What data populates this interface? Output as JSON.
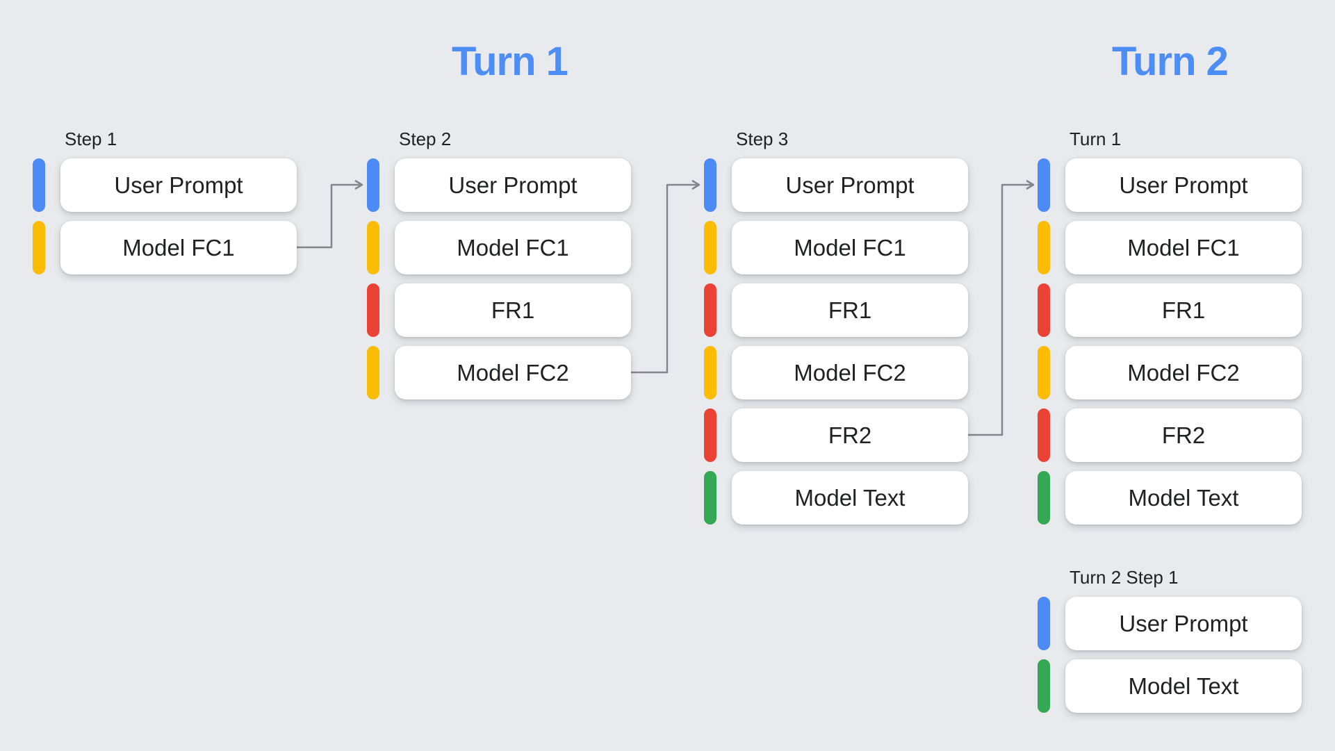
{
  "titles": {
    "turn1": "Turn 1",
    "turn2": "Turn 2"
  },
  "colors": {
    "background": "#E9EAEE",
    "card": "#FFFFFF",
    "title": "#4C8DF6",
    "text": "#202124",
    "arrow": "#80868B",
    "user-prompt": "#4C8BF5",
    "model-fc": "#FBBC05",
    "function-response": "#EA4335",
    "model-text": "#34A853"
  },
  "columns": [
    {
      "label": "Step 1",
      "cards": [
        {
          "label": "User Prompt",
          "type": "user-prompt"
        },
        {
          "label": "Model FC1",
          "type": "model-fc"
        }
      ]
    },
    {
      "label": "Step 2",
      "cards": [
        {
          "label": "User Prompt",
          "type": "user-prompt"
        },
        {
          "label": "Model FC1",
          "type": "model-fc"
        },
        {
          "label": "FR1",
          "type": "function-response"
        },
        {
          "label": "Model FC2",
          "type": "model-fc"
        }
      ]
    },
    {
      "label": "Step 3",
      "cards": [
        {
          "label": "User Prompt",
          "type": "user-prompt"
        },
        {
          "label": "Model FC1",
          "type": "model-fc"
        },
        {
          "label": "FR1",
          "type": "function-response"
        },
        {
          "label": "Model FC2",
          "type": "model-fc"
        },
        {
          "label": "FR2",
          "type": "function-response"
        },
        {
          "label": "Model Text",
          "type": "model-text"
        }
      ]
    },
    {
      "label": "Turn 1",
      "cards": [
        {
          "label": "User Prompt",
          "type": "user-prompt"
        },
        {
          "label": "Model FC1",
          "type": "model-fc"
        },
        {
          "label": "FR1",
          "type": "function-response"
        },
        {
          "label": "Model FC2",
          "type": "model-fc"
        },
        {
          "label": "FR2",
          "type": "function-response"
        },
        {
          "label": "Model Text",
          "type": "model-text"
        }
      ]
    }
  ],
  "turn2_group": {
    "label": "Turn 2 Step 1",
    "cards": [
      {
        "label": "User Prompt",
        "type": "user-prompt"
      },
      {
        "label": "Model Text",
        "type": "model-text"
      }
    ]
  }
}
